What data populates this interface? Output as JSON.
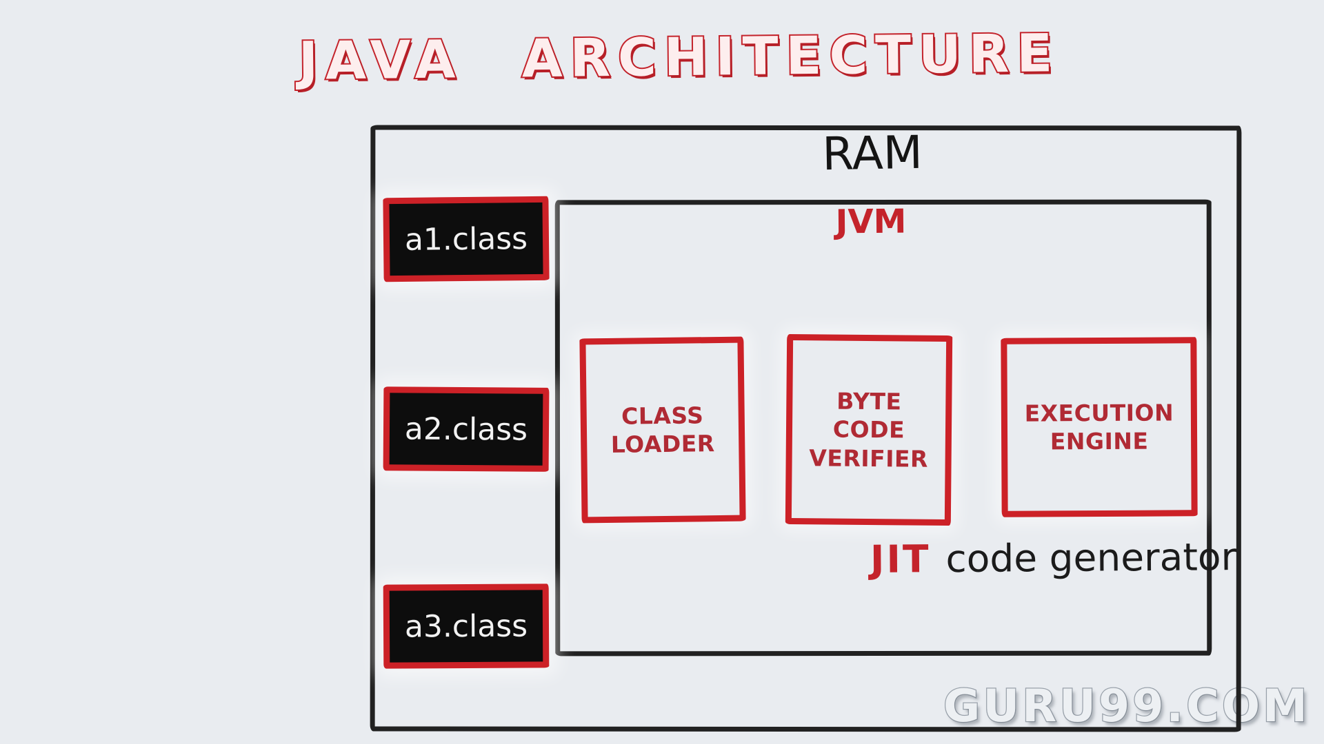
{
  "title": "JAVA ARCHITECTURE",
  "watermark": "GURU99.COM",
  "colors": {
    "background": "#e9ecf0",
    "ink_black": "#212121",
    "red": "#cc2127",
    "title_red": "#c4232b",
    "label_red": "#b02a34",
    "class_text": "#f2f2f2"
  },
  "diagram": {
    "ram_label": "RAM",
    "jvm_label": "JVM",
    "class_files": [
      {
        "label": "a1.class"
      },
      {
        "label": "a2.class"
      },
      {
        "label": "a3.class"
      }
    ],
    "components": [
      {
        "name": "Class Loader",
        "lines": [
          "CLASS",
          "LOADER"
        ]
      },
      {
        "name": "Byte Code Verifier",
        "lines": [
          "BYTE",
          "CODE",
          "VERIFIER"
        ]
      },
      {
        "name": "Execution Engine",
        "lines": [
          "EXECUTION",
          "ENGINE"
        ]
      }
    ],
    "jit_highlight": "JIT",
    "jit_rest": "code generator"
  }
}
